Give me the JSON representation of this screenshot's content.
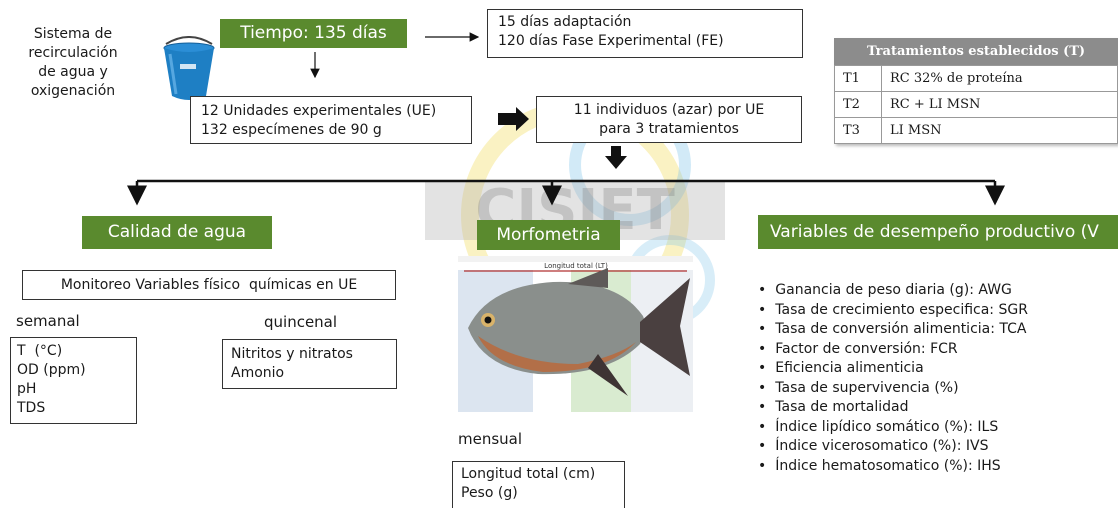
{
  "left_label": "Sistema de\nrecirculación\nde agua y\noxigenación",
  "tiempo": "Tiempo: 135 días",
  "periodos": "15 días adaptación\n120 días Fase Experimental (FE)",
  "unidades": "12 Unidades experimentales (UE)\n132 especímenes de 90 g",
  "individuos": "11 individuos (azar) por UE\npara 3 tratamientos",
  "tratamientos": {
    "header": "Tratamientos establecidos (T)",
    "rows": [
      {
        "code": "T1",
        "desc": "RC 32% de proteína"
      },
      {
        "code": "T2",
        "desc": "RC + LI MSN"
      },
      {
        "code": "T3",
        "desc": "LI MSN"
      }
    ]
  },
  "calidad": {
    "title": "Calidad de agua",
    "monitoreo": "Monitoreo Variables físico  químicas en UE",
    "semanal_label": "semanal",
    "semanal_items": "T  (°C)\nOD (ppm)\npH\nTDS",
    "quincenal_label": "quincenal",
    "quincenal_items": "Nitritos y nitratos\nAmonio"
  },
  "morfometria": {
    "title": "Morfometria",
    "image_caption": "Longitud total (LT)",
    "mensual_label": "mensual",
    "mensual_items": "Longitud total (cm)\nPeso (g)"
  },
  "desempeno": {
    "title": "Variables de desempeño productivo (V",
    "items": [
      "Ganancia de peso diaria (g): AWG",
      "Tasa de crecimiento especifica: SGR",
      "Tasa de conversión alimenticia: TCA",
      "Factor de conversión: FCR",
      "Eficiencia alimenticia",
      "Tasa de supervivencia (%)",
      "Tasa de mortalidad",
      "Índice lipídico somático (%): ILS",
      "Índice vicerosomatico (%): IVS",
      "Índice hematosomatico (%): IHS"
    ]
  },
  "watermark_text": "CISIET",
  "colors": {
    "green": "#5a8a2e",
    "table_header": "#8c8c8c",
    "bucket": "#1e7fc4"
  }
}
